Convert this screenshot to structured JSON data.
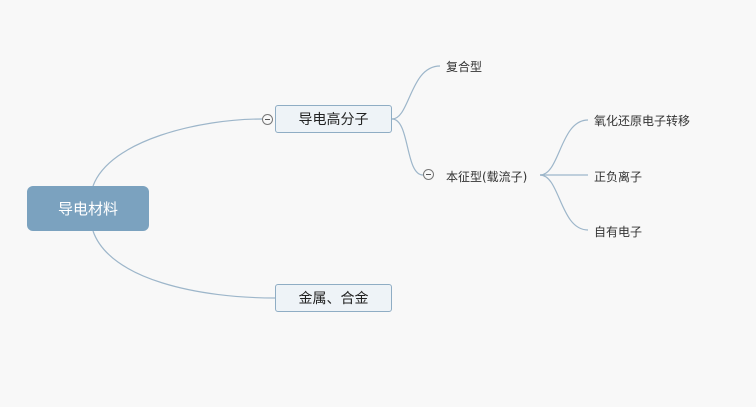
{
  "root": {
    "label": "导电材料"
  },
  "branches": [
    {
      "label": "导电高分子",
      "children": [
        {
          "label": "复合型"
        },
        {
          "label": "本征型(载流子)",
          "children": [
            {
              "label": "氧化还原电子转移"
            },
            {
              "label": "正负离子"
            },
            {
              "label": "自有电子"
            }
          ]
        }
      ]
    },
    {
      "label": "金属、合金"
    }
  ],
  "colors": {
    "root": "#7ba2bf",
    "line": "#9db6ca",
    "branch_fill": "#eef3f7"
  }
}
